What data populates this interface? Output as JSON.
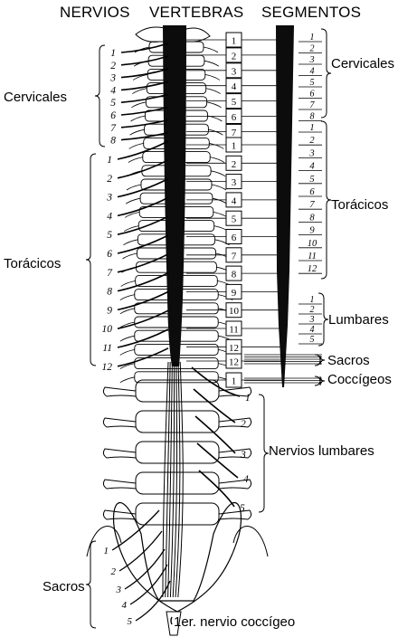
{
  "headers": {
    "nervios": "NERVIOS",
    "vertebras": "VERTEBRAS",
    "segmentos": "SEGMENTOS"
  },
  "regions": {
    "cervicales_left": "Cervicales",
    "toracicos_left": "Torácicos",
    "sacros_left": "Sacros",
    "cervicales_right": "Cervicales",
    "toracicos_right": "Torácicos",
    "lumbares_right": "Lumbares",
    "sacros_right": "Sacros",
    "coccigeos_right": "Coccígeos",
    "nervios_lumbares": "Nervios lumbares",
    "primer_coccigeo": "1er. nervio coccígeo"
  },
  "nerves": {
    "cervical": [
      "1",
      "2",
      "3",
      "4",
      "5",
      "6",
      "7",
      "8"
    ],
    "thoracic": [
      "1",
      "2",
      "3",
      "4",
      "5",
      "6",
      "7",
      "8",
      "9",
      "10",
      "11",
      "12"
    ],
    "lumbar": [
      "1",
      "2",
      "3",
      "4",
      "5"
    ],
    "sacral": [
      "1",
      "2",
      "3",
      "4",
      "5"
    ]
  },
  "vertebrae": {
    "cervical": [
      "1",
      "2",
      "3",
      "4",
      "5",
      "6",
      "7"
    ],
    "thoracic": [
      "1",
      "2",
      "3",
      "4",
      "5",
      "6",
      "7",
      "8",
      "9",
      "10",
      "11",
      "12"
    ],
    "lumbar": [
      "1"
    ]
  },
  "segments": {
    "cervical": [
      "1",
      "2",
      "3",
      "4",
      "5",
      "6",
      "7",
      "8"
    ],
    "thoracic": [
      "1",
      "2",
      "3",
      "4",
      "5",
      "6",
      "7",
      "8",
      "9",
      "10",
      "11",
      "12"
    ],
    "lumbar": [
      "1",
      "2",
      "3",
      "4",
      "5"
    ]
  }
}
